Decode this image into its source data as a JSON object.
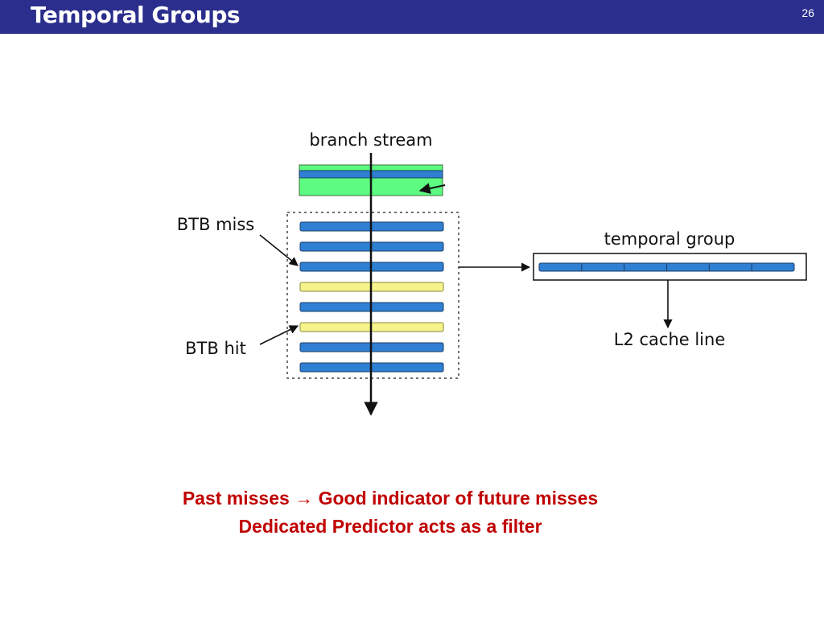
{
  "slide": {
    "title": "Temporal Groups",
    "number": "26"
  },
  "diagram": {
    "labels": {
      "branch_stream": "branch stream",
      "btb_miss": "BTB miss",
      "btb_hit": "BTB hit",
      "temporal_group": "temporal group",
      "l2_cache_line": "L2 cache line"
    },
    "stream_rows": [
      "miss",
      "miss",
      "miss",
      "hit",
      "miss",
      "hit",
      "miss",
      "miss"
    ],
    "temporal_group_segments": 6,
    "colors": {
      "miss_fill": "#2f7fd3",
      "hit_fill": "#f5f38a",
      "green_fill": "#5dfc80",
      "title_bar": "#2b2e8c",
      "caption": "#c00000"
    }
  },
  "caption": {
    "line1_part1": "Past misses",
    "line1_arrow": "→",
    "line1_part2": "Good indicator of future misses",
    "line2": "Dedicated Predictor acts as a filter"
  }
}
